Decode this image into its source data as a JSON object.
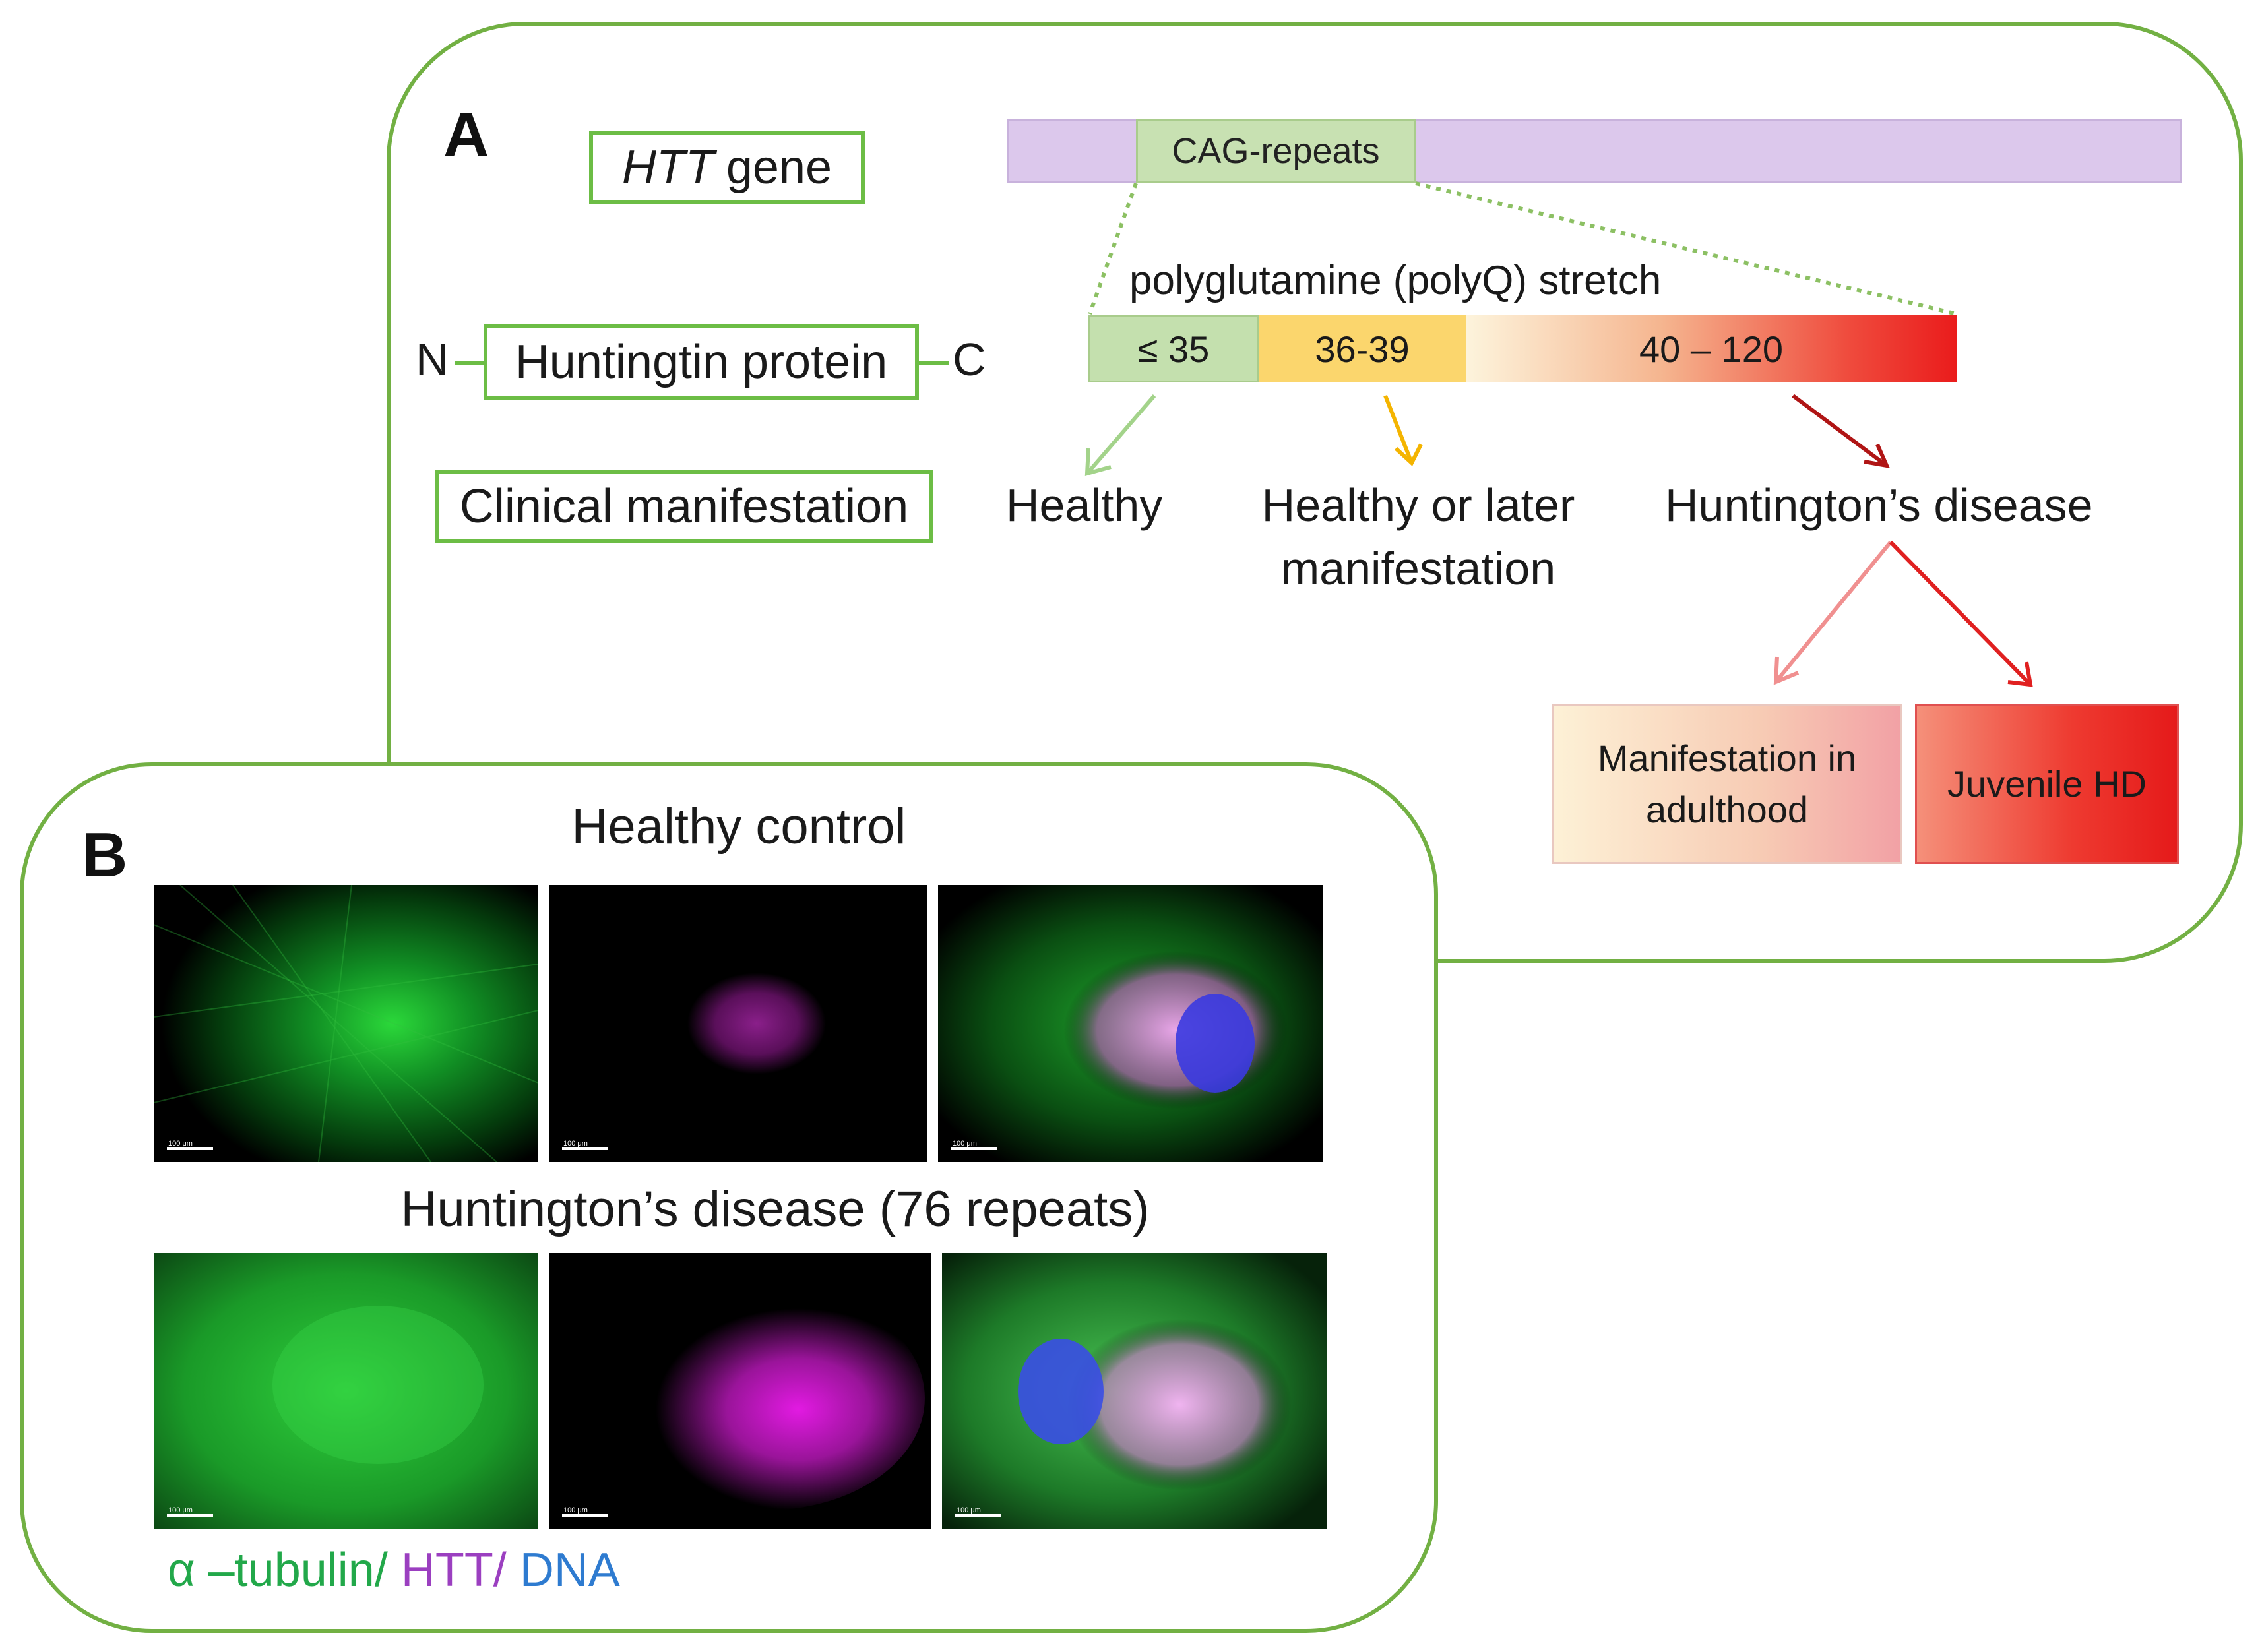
{
  "panel_a": {
    "letter": "A",
    "gene_label_italic": "HTT",
    "gene_label_rest": "gene",
    "cag_label": "CAG-repeats",
    "polyq_title": "polyglutamine (polyQ) stretch",
    "protein_n": "N",
    "protein_label": "Huntingtin protein",
    "protein_c": "C",
    "clinical_label": "Clinical manifestation",
    "ranges": [
      "≤ 35",
      "36-39",
      "40 – 120"
    ],
    "outcomes": {
      "healthy": "Healthy",
      "later_line1": "Healthy or later",
      "later_line2": "manifestation",
      "hd": "Huntington’s disease"
    },
    "hd_subtypes": {
      "adult_line1": "Manifestation in",
      "adult_line2": "adulthood",
      "juvenile": "Juvenile HD"
    },
    "colors": {
      "border": "#72b043",
      "healthy_arrow": "#a3d38a",
      "mid_arrow": "#f4b400",
      "hd_arrow": "#b01515",
      "adult_arrow": "#f09090",
      "juvenile_arrow": "#e02020"
    }
  },
  "panel_b": {
    "letter": "B",
    "row1_title": "Healthy control",
    "row2_title": "Huntington’s disease (76 repeats)",
    "scale_label": "100 μm",
    "legend": {
      "tubulin": "α –tubulin/",
      "htt": " HTT/",
      "dna": " DNA"
    },
    "legend_colors": {
      "tubulin": "#22a84a",
      "htt": "#9b3fc0",
      "dna": "#2e7bd0"
    }
  }
}
